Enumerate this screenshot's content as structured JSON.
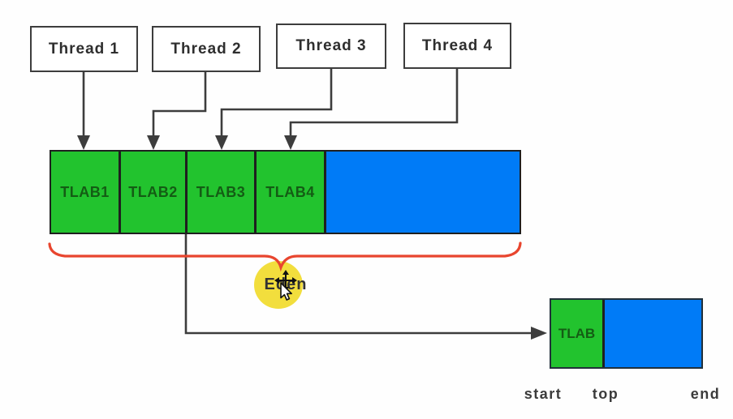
{
  "colors": {
    "green": "#22c32e",
    "blue": "#007bf7",
    "brace_red": "#e8452e",
    "highlight_yellow": "#f2de3d",
    "line": "#3d3d3d"
  },
  "threads": [
    {
      "label": "Thread 1"
    },
    {
      "label": "Thread 2"
    },
    {
      "label": "Thread 3"
    },
    {
      "label": "Thread 4"
    }
  ],
  "eden": {
    "tlab_segments": [
      {
        "label": "TLAB1"
      },
      {
        "label": "TLAB2"
      },
      {
        "label": "TLAB3"
      },
      {
        "label": "TLAB4"
      }
    ],
    "region_label": "Eden"
  },
  "tlab_detail": {
    "box_label": "TLAB",
    "pointer_labels": [
      {
        "label": "start"
      },
      {
        "label": "top"
      },
      {
        "label": "end"
      }
    ]
  }
}
